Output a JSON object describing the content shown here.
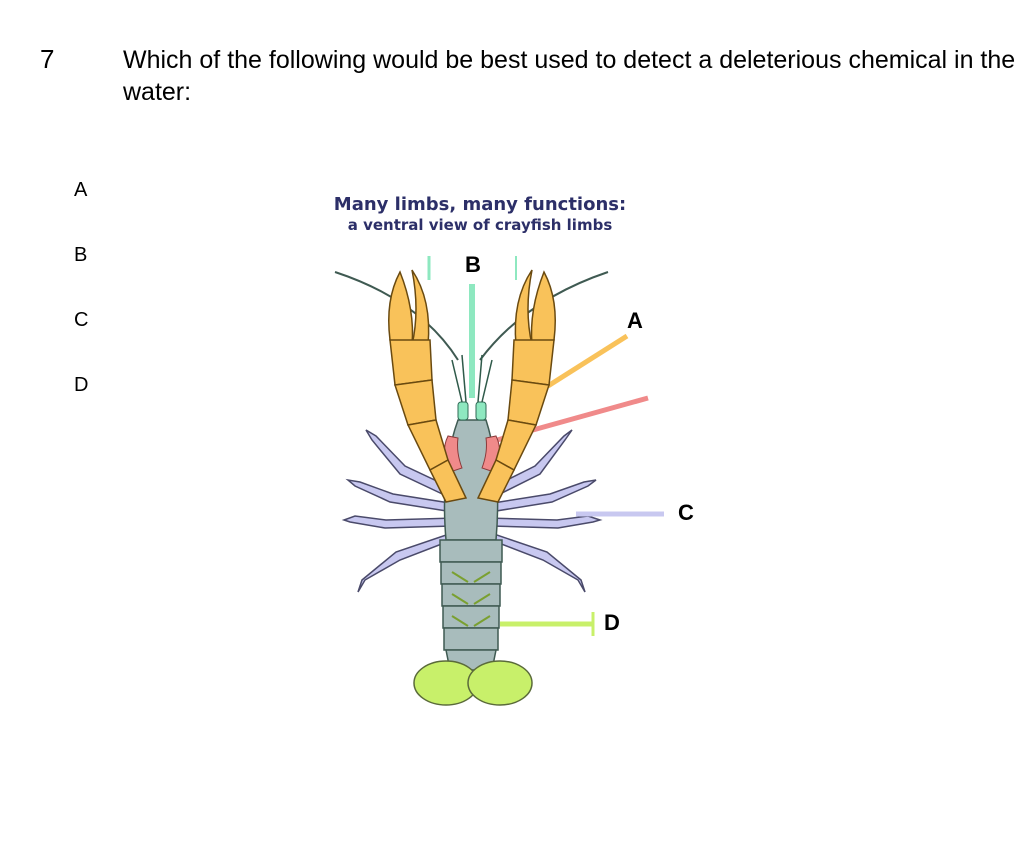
{
  "question": {
    "number": "7",
    "text": "Which of the following would be best used to detect a deleterious chemical in the water:"
  },
  "options": [
    "A",
    "B",
    "C",
    "D"
  ],
  "figure": {
    "title": "Many limbs, many functions:",
    "subtitle": "a ventral view of crayfish limbs",
    "labels": {
      "a": "A",
      "b": "B",
      "c": "C",
      "d": "D"
    },
    "colors": {
      "claw": "#f9c25a",
      "antenna_pointer": "#8ee8c0",
      "mouthpart_pointer": "#f08a8a",
      "walking_leg": "#c8c8f0",
      "swimmeret": "#c8f06a",
      "body": "#a8bcbc"
    }
  }
}
